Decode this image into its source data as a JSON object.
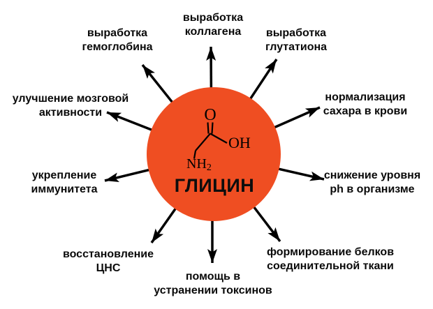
{
  "title": "ГЛИЦИН",
  "molecule": {
    "oxygen": "O",
    "hydroxyl": "OH",
    "amine": "NH",
    "amine_subscript": "2"
  },
  "colors": {
    "circle": "#EF4E22",
    "arrow": "#000000",
    "text": "#0A0A0A",
    "background": "#FFFFFF"
  },
  "benefits": [
    {
      "id": "collagen",
      "lines": [
        "выработка",
        "коллагена"
      ]
    },
    {
      "id": "hemoglobin",
      "lines": [
        "выработка",
        "гемоглобина"
      ]
    },
    {
      "id": "glutathione",
      "lines": [
        "выработка",
        "глутатиона"
      ]
    },
    {
      "id": "brain-activity",
      "lines": [
        "улучшение мозговой",
        "активности"
      ]
    },
    {
      "id": "blood-sugar",
      "lines": [
        "нормализация",
        "сахара в крови"
      ]
    },
    {
      "id": "immunity",
      "lines": [
        "укрепление",
        "иммунитета"
      ]
    },
    {
      "id": "ph-level",
      "lines": [
        "снижение уровня",
        "ph в организме"
      ]
    },
    {
      "id": "cns-recovery",
      "lines": [
        "восстановление",
        "ЦНС"
      ]
    },
    {
      "id": "toxin-removal",
      "lines": [
        "помощь в",
        "устранении токсинов"
      ]
    },
    {
      "id": "connective-tissue",
      "lines": [
        "формирование белков",
        "соединительной ткани"
      ]
    }
  ]
}
